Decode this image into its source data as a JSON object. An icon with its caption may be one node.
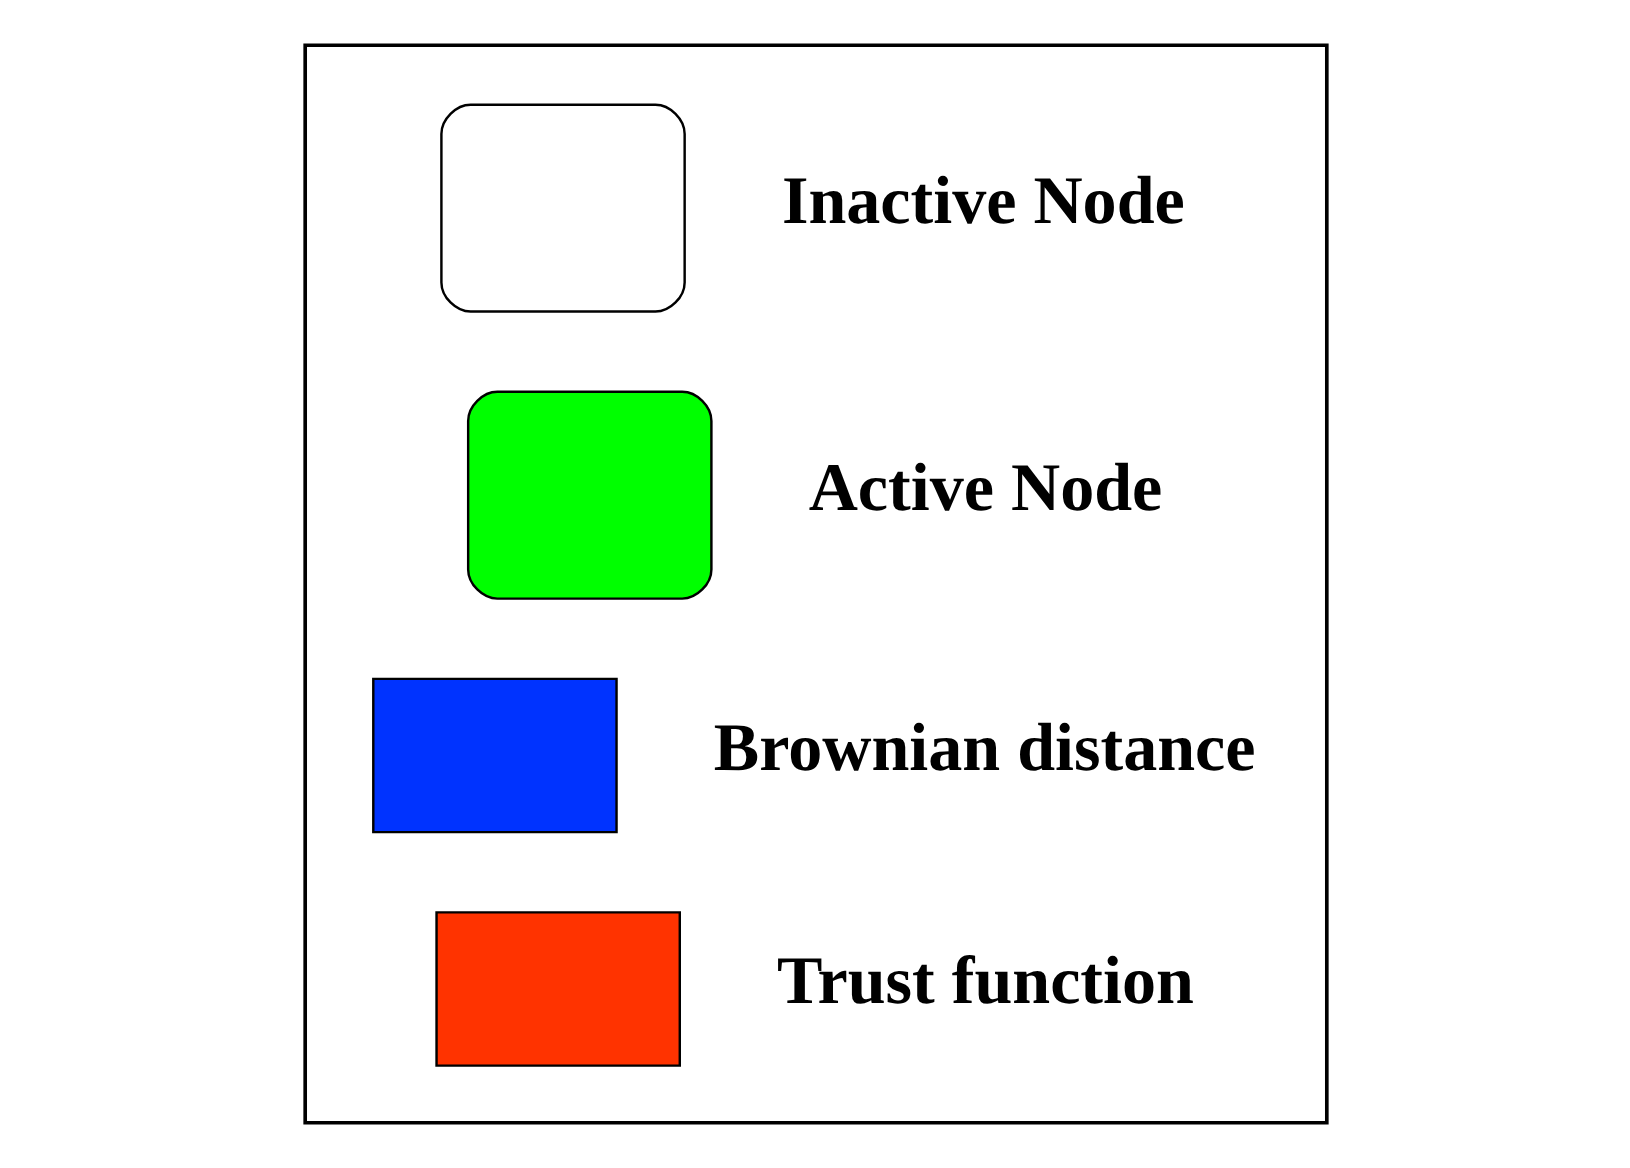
{
  "diagram": {
    "nodes": [
      {
        "text": [],
        "shape": "box"
      }
    ],
    "legend": [
      {
        "text": "Inactive Node",
        "color": "#ffffff"
      },
      {
        "text": "Active Node",
        "color": "#00ff00"
      },
      {
        "text": "Brownian distance",
        "color": "#0033ff"
      },
      {
        "text": "Trust function",
        "color": "#ff3300"
      }
    ]
  }
}
